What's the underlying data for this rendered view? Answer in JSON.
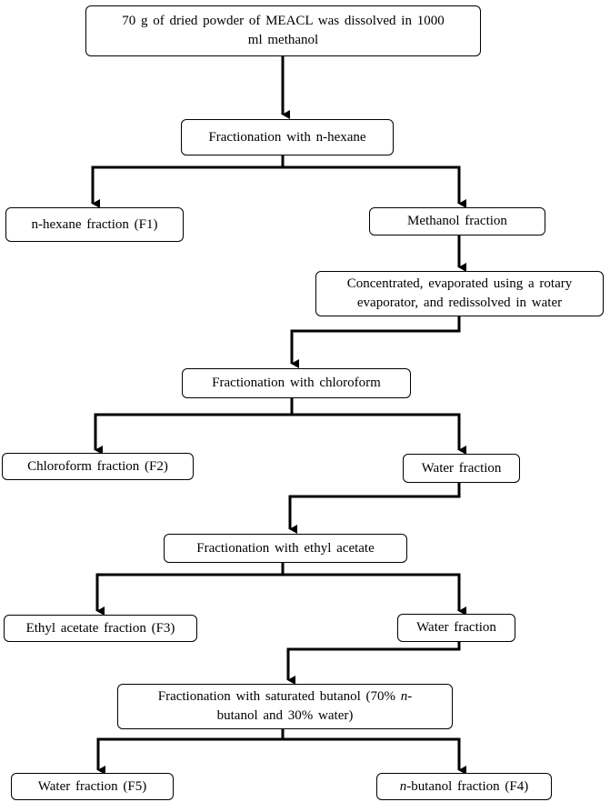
{
  "boxes": {
    "start": {
      "line1": "70 g of dried powder of MEACL was dissolved in 1000",
      "line2": "ml methanol"
    },
    "frac_hexane": "Fractionation with n-hexane",
    "hexane_fraction": "n-hexane fraction (F1)",
    "methanol_fraction": "Methanol fraction",
    "concentrated": {
      "line1": "Concentrated, evaporated using a rotary",
      "line2": "evaporator, and redissolved in water"
    },
    "frac_chloroform": "Fractionation with chloroform",
    "chloroform_fraction": "Chloroform fraction (F2)",
    "water_fraction_1": "Water fraction",
    "frac_ethyl_acetate": "Fractionation with ethyl acetate",
    "ethyl_acetate_fraction": "Ethyl acetate fraction (F3)",
    "water_fraction_2": "Water fraction",
    "frac_butanol": {
      "line1_pre": "Fractionation with saturated butanol (70% ",
      "line1_italic": "n",
      "line1_post": "-",
      "line2": "butanol and 30% water)"
    },
    "water_fraction_f5": "Water fraction (F5)",
    "butanol_fraction": {
      "italic": "n",
      "rest": "-butanol fraction (F4)"
    }
  },
  "colors": {
    "stroke": "#000000",
    "background": "#ffffff"
  }
}
